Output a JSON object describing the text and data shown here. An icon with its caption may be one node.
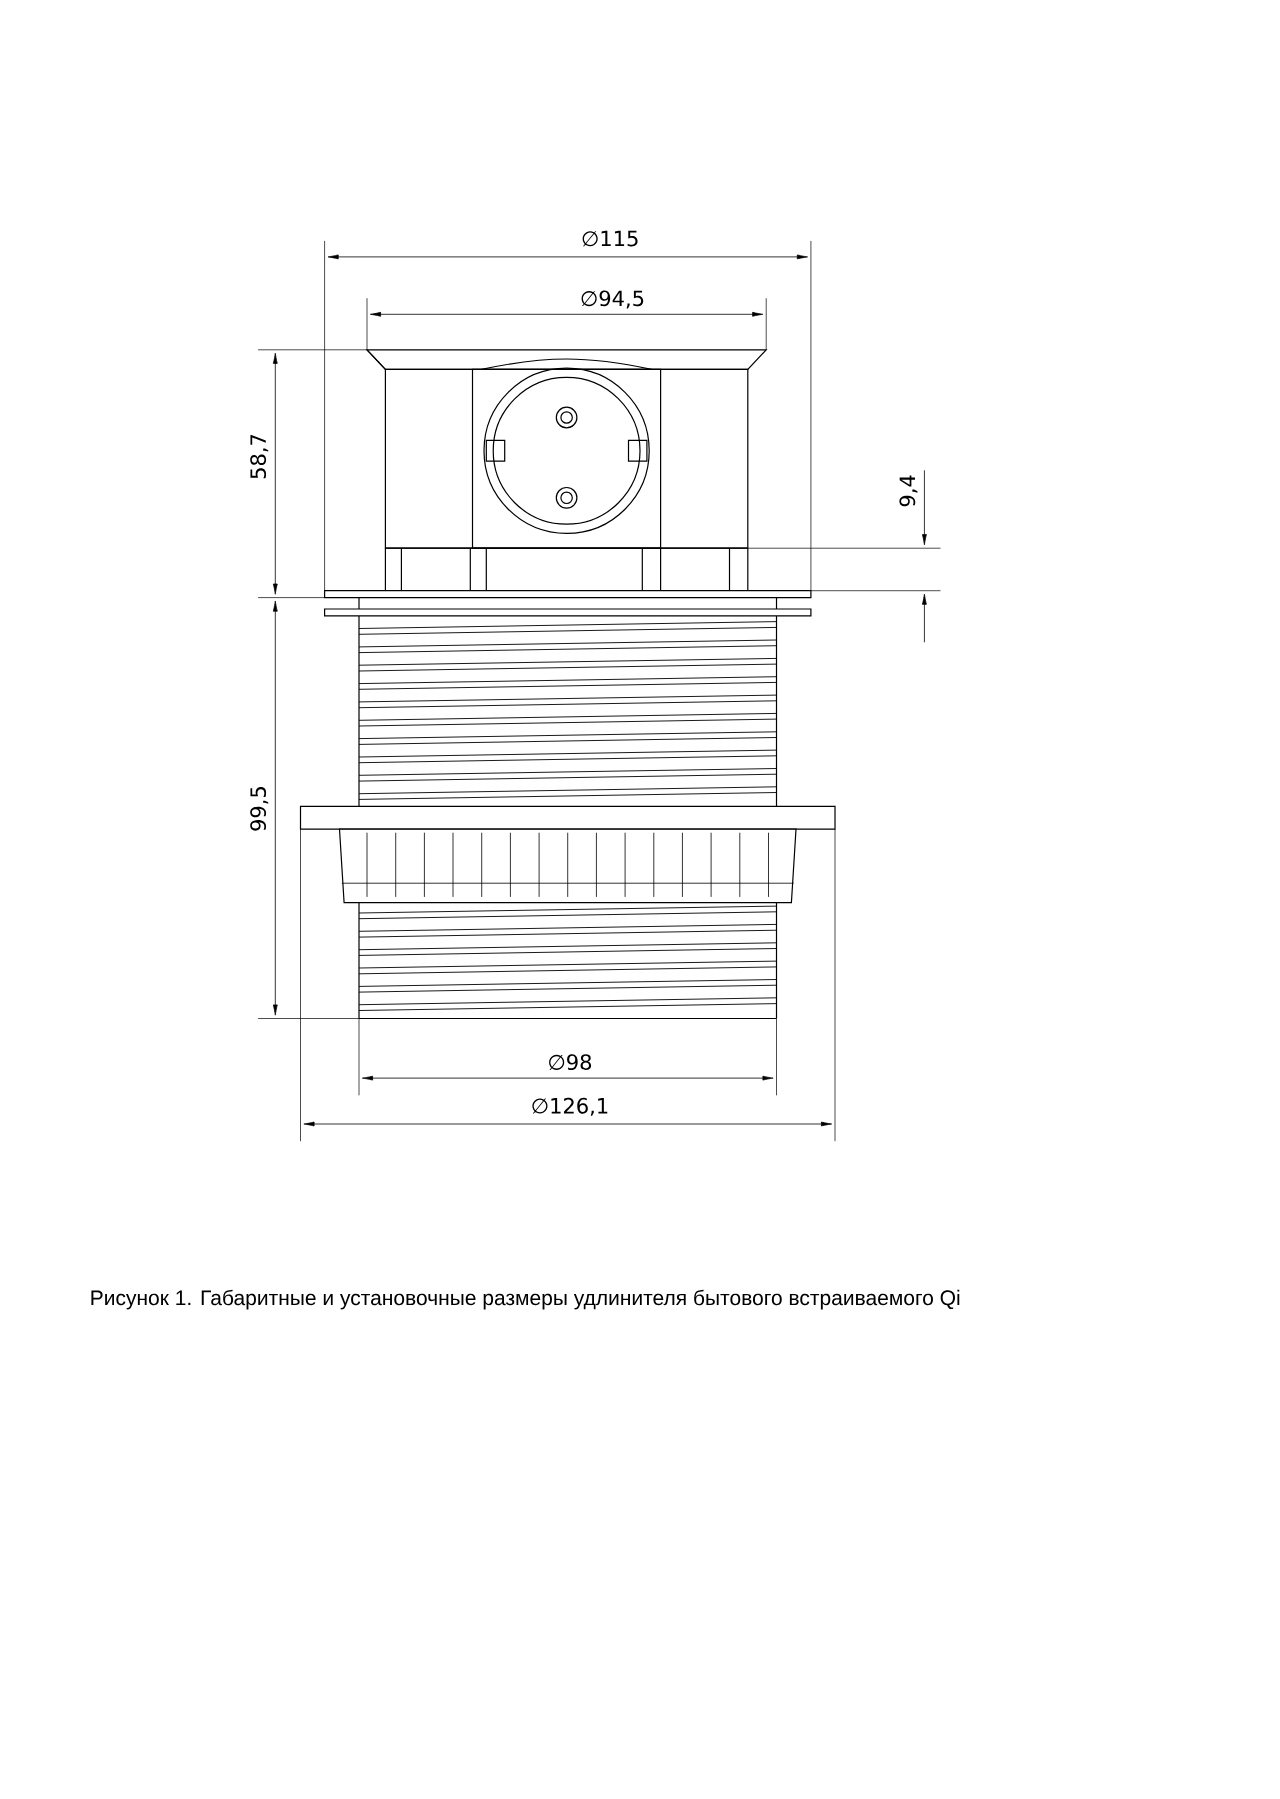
{
  "diagram": {
    "caption": "Рисунок 1. Габаритные и установочные размеры удлинителя бытового встраиваемого Qi",
    "labels": [
      "∅115",
      "∅94,5",
      "58,7",
      "9,4",
      "99,5",
      "∅98",
      "∅126,1"
    ]
  }
}
